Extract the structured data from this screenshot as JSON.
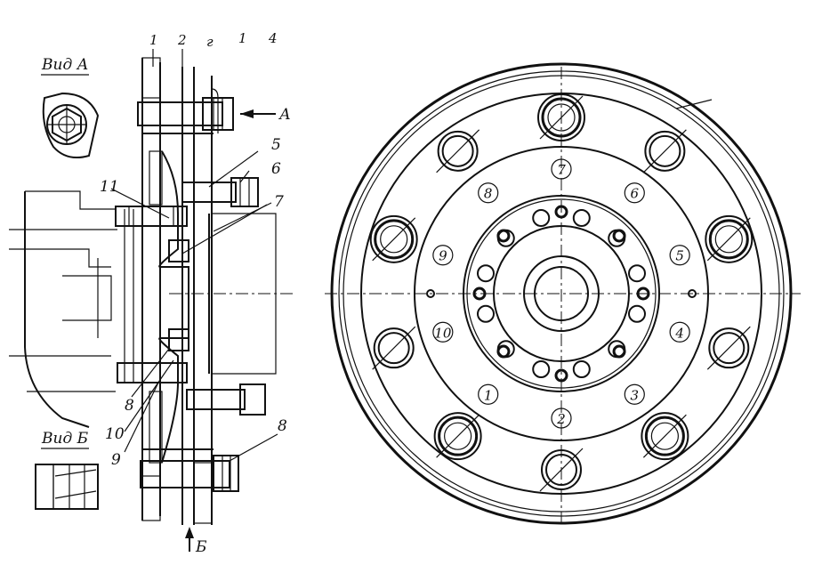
{
  "labels": {
    "top_callouts": [
      "1",
      "2",
      "г",
      "1",
      "4"
    ],
    "view_a": "Вид А",
    "view_b": "Вид Б",
    "arrow_a": "А",
    "arrow_b": "Б",
    "part_5": "5",
    "part_6": "6",
    "part_7": "7",
    "part_8_right": "8",
    "part_8_left": "8",
    "part_9": "9",
    "part_10": "10",
    "part_11": "11"
  },
  "tightening_order": [
    "1",
    "2",
    "3",
    "4",
    "5",
    "6",
    "7",
    "8",
    "9",
    "10"
  ]
}
